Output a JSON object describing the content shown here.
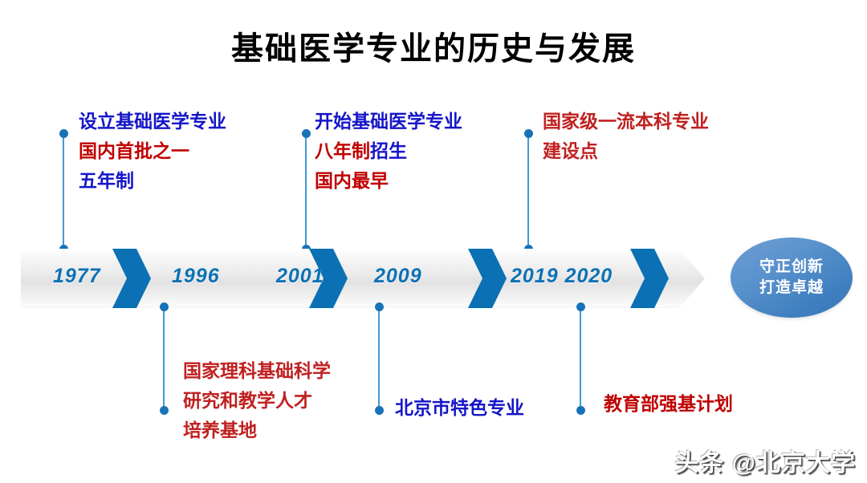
{
  "title": "基础医学专业的历史与发展",
  "colors": {
    "text_blue": "#1515c8",
    "text_red": "#c00000",
    "timeline_blue": "#0b71b4",
    "connector_blue": "#3f9ad6",
    "badge_blue": "#3f7fc0",
    "title_black": "#000000"
  },
  "timeline": {
    "years": [
      {
        "label": "1977"
      },
      {
        "label": "1996"
      },
      {
        "label": "2001"
      },
      {
        "label": "2009"
      },
      {
        "label": "2019 2020"
      }
    ]
  },
  "badge": {
    "line1": "守正创新",
    "line2": "打造卓越"
  },
  "callouts": {
    "top": [
      {
        "anchor_year": "1977",
        "lines": [
          {
            "text": "设立基础医学专业",
            "color": "blue"
          },
          {
            "text": "国内首批之一",
            "color": "red"
          },
          {
            "text": "五年制",
            "color": "blue"
          }
        ]
      },
      {
        "anchor_year": "2001",
        "lines": [
          {
            "text": "开始基础医学专业",
            "color": "blue"
          },
          {
            "text": "八年制招生",
            "color": "mixed"
          },
          {
            "text": "国内最早",
            "color": "red"
          }
        ],
        "mixed_line": {
          "red_part": "八年制",
          "blue_part": "招生"
        }
      },
      {
        "anchor_year": "2019",
        "lines": [
          {
            "text": "国家级一流本科专业",
            "color": "red"
          },
          {
            "text": "建设点",
            "color": "red"
          }
        ]
      }
    ],
    "bottom": [
      {
        "anchor_year": "1996",
        "lines": [
          {
            "text": "国家理科基础科学",
            "color": "red"
          },
          {
            "text": "研究和教学人才",
            "color": "red"
          },
          {
            "text": "培养基地",
            "color": "red"
          }
        ]
      },
      {
        "anchor_year": "2009",
        "lines": [
          {
            "text": "北京市特色专业",
            "color": "blue"
          }
        ]
      },
      {
        "anchor_year": "2020",
        "lines": [
          {
            "text": "教育部强基计划",
            "color": "red"
          }
        ]
      }
    ]
  },
  "watermark": "头条 @北京大学"
}
